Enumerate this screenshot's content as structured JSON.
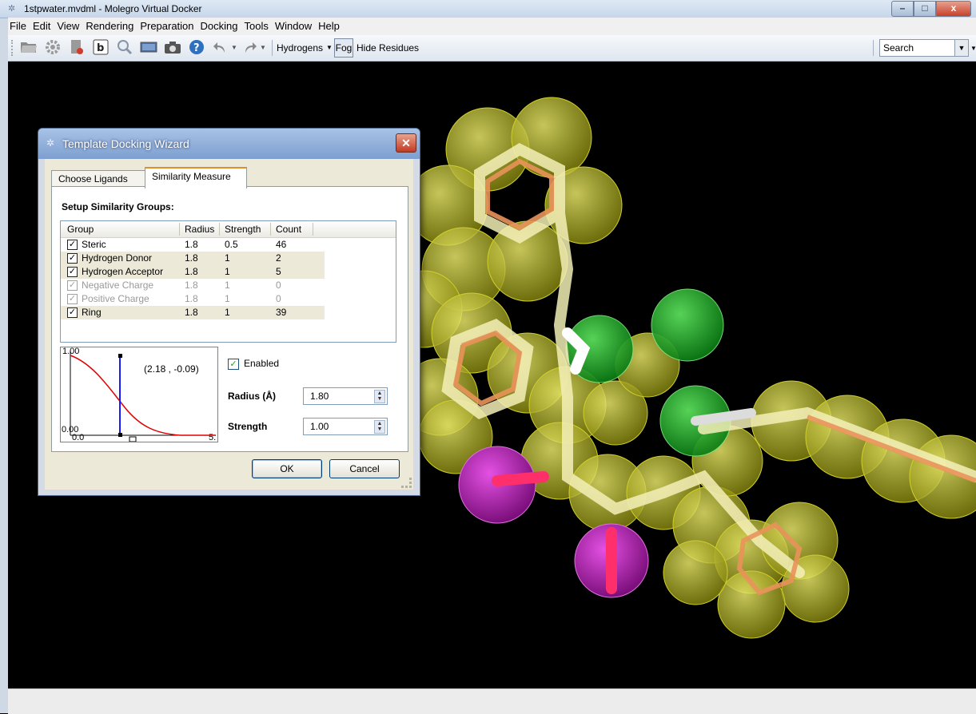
{
  "window": {
    "title": "1stpwater.mvdml - Molegro Virtual Docker",
    "controls": {
      "minimize": "–",
      "maximize": "□",
      "close": "x"
    }
  },
  "menu": {
    "items": [
      "File",
      "Edit",
      "View",
      "Rendering",
      "Preparation",
      "Docking",
      "Tools",
      "Window",
      "Help"
    ]
  },
  "toolbar": {
    "hydrogens_label": "Hydrogens",
    "fog_label": "Fog",
    "hide_residues_label": "Hide Residues",
    "search_label": "Search",
    "icons": [
      "open-folder-icon",
      "gear-icon",
      "document-icon",
      "b-factor-icon",
      "magnifier-icon",
      "screen-icon",
      "camera-icon",
      "help-icon",
      "undo-icon",
      "redo-icon"
    ]
  },
  "dialog": {
    "title": "Template Docking Wizard",
    "tabs": [
      {
        "label": "Choose Ligands",
        "active": false
      },
      {
        "label": "Similarity Measure",
        "active": true
      }
    ],
    "setup_label": "Setup Similarity Groups:",
    "columns": [
      "Group",
      "Radius",
      "Strength",
      "Count"
    ],
    "rows": [
      {
        "checked": true,
        "enabled": true,
        "group": "Steric",
        "radius": "1.8",
        "strength": "0.5",
        "count": "46"
      },
      {
        "checked": true,
        "enabled": true,
        "group": "Hydrogen Donor",
        "radius": "1.8",
        "strength": "1",
        "count": "2"
      },
      {
        "checked": true,
        "enabled": true,
        "group": "Hydrogen Acceptor",
        "radius": "1.8",
        "strength": "1",
        "count": "5"
      },
      {
        "checked": true,
        "enabled": false,
        "group": "Negative Charge",
        "radius": "1.8",
        "strength": "1",
        "count": "0"
      },
      {
        "checked": true,
        "enabled": false,
        "group": "Positive Charge",
        "radius": "1.8",
        "strength": "1",
        "count": "0"
      },
      {
        "checked": true,
        "enabled": true,
        "group": "Ring",
        "radius": "1.8",
        "strength": "1",
        "count": "39"
      }
    ],
    "plot": {
      "top_label": "1.00",
      "origin_label": "0.00",
      "x0_label": "0.0",
      "x_end_label": "5.",
      "coordinate": "(2.18 , -0.09)"
    },
    "enabled_label": "Enabled",
    "radius_label": "Radius (Å)",
    "radius_value": "1.80",
    "strength_label": "Strength",
    "strength_value": "1.00",
    "ok_label": "OK",
    "cancel_label": "Cancel"
  }
}
